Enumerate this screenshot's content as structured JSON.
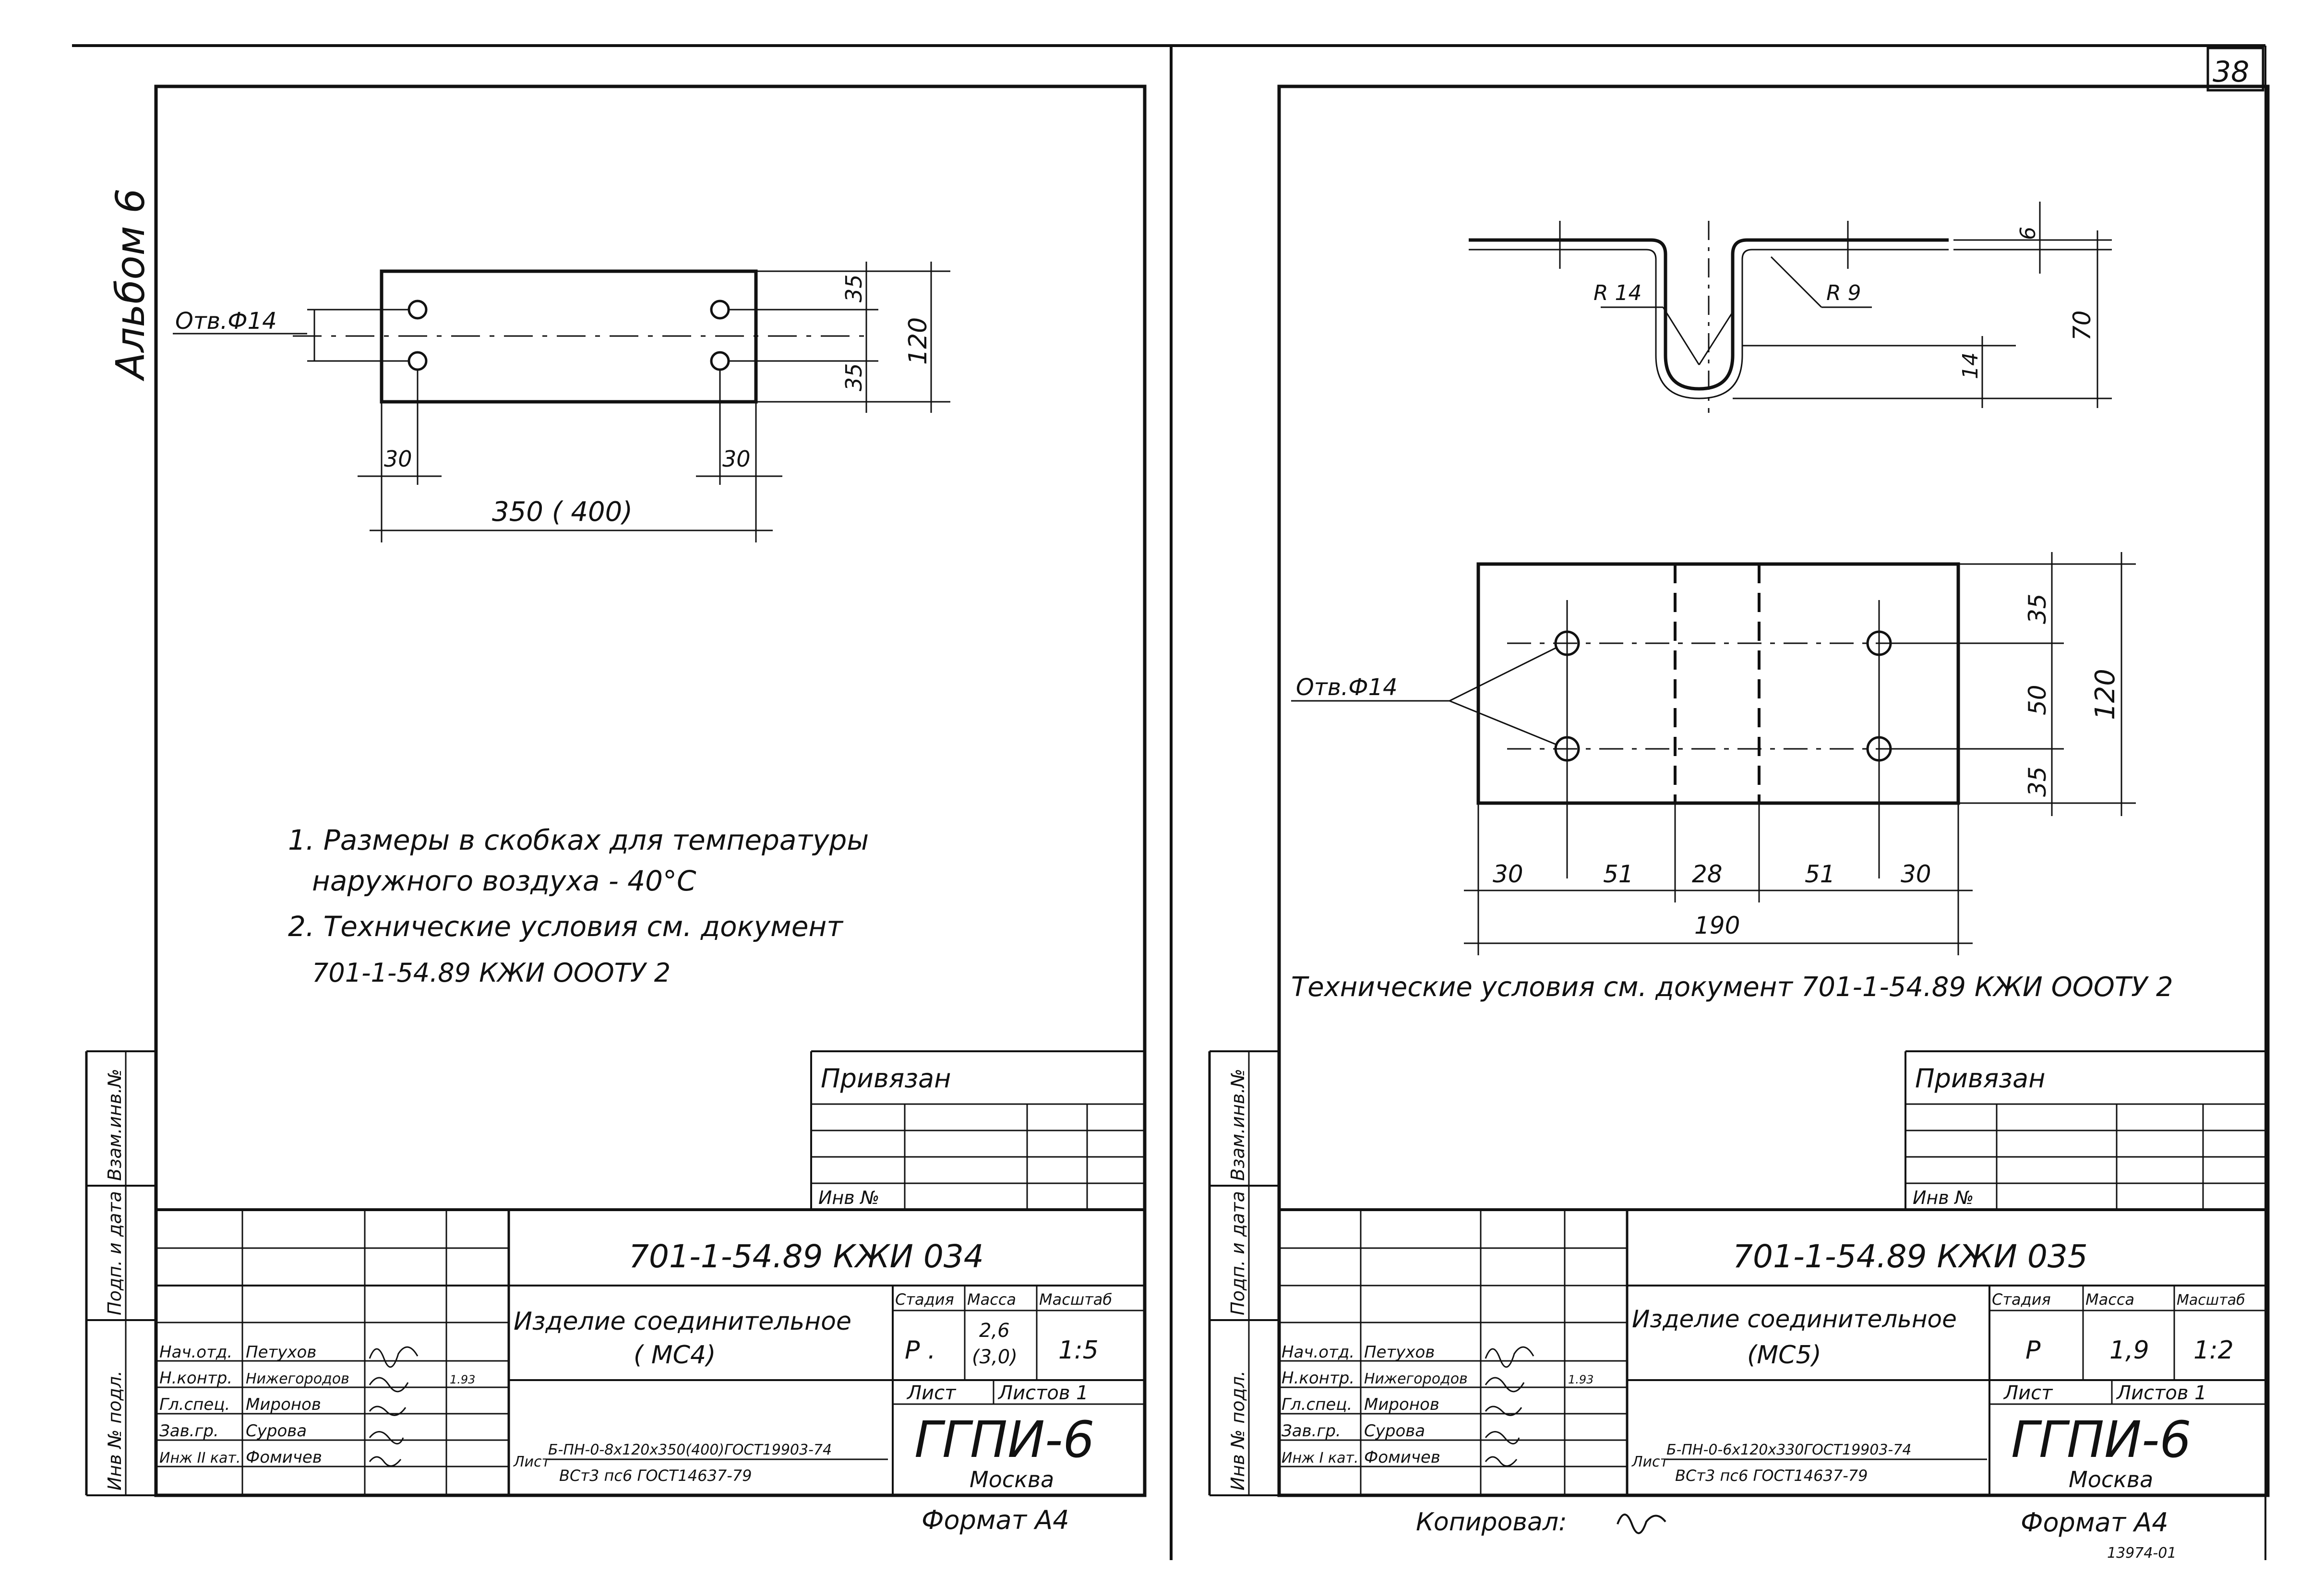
{
  "page_number": "38",
  "left_sheet": {
    "album_label": "Альбом 6",
    "hole_label": "Отв.Ф14",
    "dims": {
      "d35_top": "35",
      "d35_bottom": "35",
      "d120": "120",
      "d30_left": "30",
      "d30_right": "30",
      "length": "350 ( 400)"
    },
    "notes": [
      "1. Размеры в скобках для температуры",
      "наружного воздуха - 40°С",
      "2. Технические условия см. документ",
      "701-1-54.89 КЖИ ОООТУ 2"
    ],
    "privyazan": "Привязан",
    "inv_no": "Инв №",
    "side_labels": [
      "Взам.инв.№",
      "Подп. и дата",
      "Инв № подл."
    ],
    "stamp": {
      "doc_code": "701-1-54.89 КЖИ 034",
      "title_line1": "Изделие соединительное",
      "title_line2": "( МС4)",
      "col_stage": "Стадия",
      "col_mass": "Масса",
      "col_scale": "Масштаб",
      "stage": "Р .",
      "mass_line1": "2,6",
      "mass_line2": "(3,0)",
      "scale": "1:5",
      "sheet": "Лист",
      "sheets": "Листов 1",
      "org": "ГГПИ-6",
      "city": "Москва",
      "list_label": "Лист",
      "material_line1": "Б-ПН-0-8х120х350(400)ГОСТ19903-74",
      "material_line2": "ВСт3 пс6 ГОСТ14637-79",
      "roles": [
        "Нач.отд.",
        "Н.контр.",
        "Гл.спец.",
        "Зав.гр.",
        "Инж II кат."
      ],
      "names": [
        "Петухов",
        "Нижегородов",
        "Миронов",
        "Сурова",
        "Фомичев"
      ],
      "date": "1.93"
    },
    "format": "Формат А4"
  },
  "right_sheet": {
    "hole_label": "Отв.Ф14",
    "dims": {
      "r14": "R 14",
      "r9": "R 9",
      "d6": "6",
      "d70": "70",
      "d14": "14",
      "d35_top": "35",
      "d50": "50",
      "d35_bottom": "35",
      "d120": "120",
      "b30a": "30",
      "b51a": "51",
      "b28": "28",
      "b51b": "51",
      "b30b": "30",
      "total": "190"
    },
    "note": "Технические условия см. документ 701-1-54.89 КЖИ ОООТУ 2",
    "privyazan": "Привязан",
    "inv_no": "Инв №",
    "side_labels": [
      "Взам.инв.№",
      "Подп. и дата",
      "Инв № подл."
    ],
    "stamp": {
      "doc_code": "701-1-54.89 КЖИ 035",
      "title_line1": "Изделие соединительное",
      "title_line2": "(МС5)",
      "col_stage": "Стадия",
      "col_mass": "Масса",
      "col_scale": "Масштаб",
      "stage": "Р",
      "mass": "1,9",
      "scale": "1:2",
      "sheet": "Лист",
      "sheets": "Листов 1",
      "org": "ГГПИ-6",
      "city": "Москва",
      "list_label": "Лист",
      "material_line1": "Б-ПН-0-6х120х330ГОСТ19903-74",
      "material_line2": "ВСт3 пс6 ГОСТ14637-79",
      "roles": [
        "Нач.отд.",
        "Н.контр.",
        "Гл.спец.",
        "Зав.гр.",
        "Инж I кат."
      ],
      "names": [
        "Петухов",
        "Нижегородов",
        "Миронов",
        "Сурова",
        "Фомичев"
      ],
      "date": "1.93"
    },
    "copied_by": "Копировал:",
    "format": "Формат А4",
    "footer_code": "13974-01"
  }
}
